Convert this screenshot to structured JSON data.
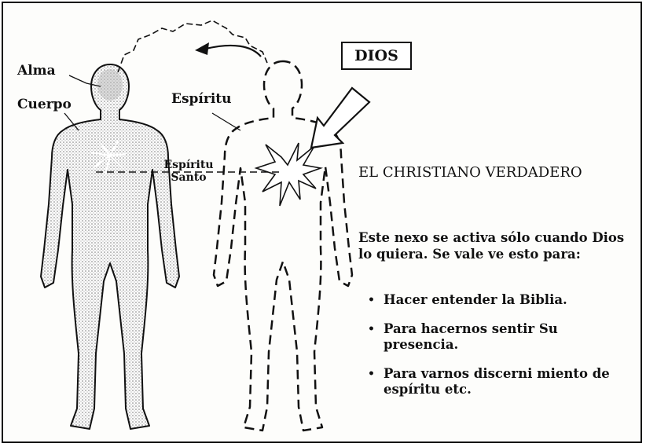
{
  "diagram": {
    "labels": {
      "alma": "Alma",
      "cuerpo": "Cuerpo",
      "espiritu": "Espíritu",
      "espiritu_santo_line1": "Espíritu",
      "espiritu_santo_line2": "Santo",
      "dios": "DIOS"
    },
    "heading": "EL CHRISTIANO VERDADERO",
    "paragraph": "Este nexo se activa sólo cuando Dios lo quiera. Se vale ve esto para:",
    "bullets": [
      "Hacer entender la Biblia.",
      "Para hacernos sentir Su presencia.",
      "Para varnos discerni miento de espíritu etc."
    ]
  }
}
